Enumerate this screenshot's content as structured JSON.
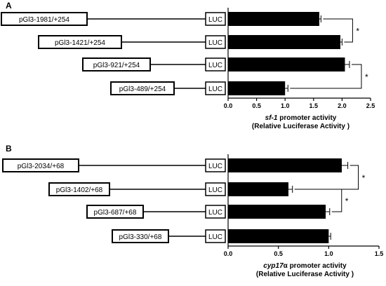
{
  "chart_data": [
    {
      "panel": "A",
      "type": "bar",
      "orientation": "horizontal",
      "categories": [
        "pGl3-1981/+254",
        "pGl3-1421/+254",
        "pGl3-921/+254",
        "pGl3-489/+254"
      ],
      "values": [
        1.6,
        1.97,
        2.05,
        1.0
      ],
      "errors": [
        0.03,
        0.03,
        0.08,
        0.05
      ],
      "reporter_label": "LUC",
      "xlim": [
        0,
        2.5
      ],
      "xticks": [
        "0.0",
        "0.5",
        "1.0",
        "1.5",
        "2.0",
        "2.5"
      ],
      "xtick_values": [
        0,
        0.5,
        1.0,
        1.5,
        2.0,
        2.5
      ],
      "xlabel_italic": "sf-1",
      "xlabel_rest": " promoter activity",
      "xlabel_line2": "(Relative Luciferase Activity )",
      "significance": [
        {
          "from": 0,
          "to": 1,
          "label": "*"
        },
        {
          "from": 2,
          "to": 3,
          "label": "*"
        }
      ]
    },
    {
      "panel": "B",
      "type": "bar",
      "orientation": "horizontal",
      "categories": [
        "pGl3-2034/+68",
        "pGl3-1402/+68",
        "pGl3-687/+68",
        "pGl3-330/+68"
      ],
      "values": [
        1.13,
        0.6,
        0.97,
        1.0
      ],
      "errors": [
        0.06,
        0.04,
        0.04,
        0.02
      ],
      "reporter_label": "LUC",
      "xlim": [
        0,
        1.5
      ],
      "xticks": [
        "0.0",
        "0.5",
        "1.0",
        "1.5"
      ],
      "xtick_values": [
        0,
        0.5,
        1.0,
        1.5
      ],
      "xlabel_italic": "cyp17",
      "xlabel_rest": "α promoter activity",
      "xlabel_line2": "(Relative Luciferase Activity )",
      "significance": [
        {
          "from": 0,
          "to": 1,
          "label": "*"
        },
        {
          "from": 1,
          "to": 2,
          "label": "*"
        }
      ]
    }
  ]
}
